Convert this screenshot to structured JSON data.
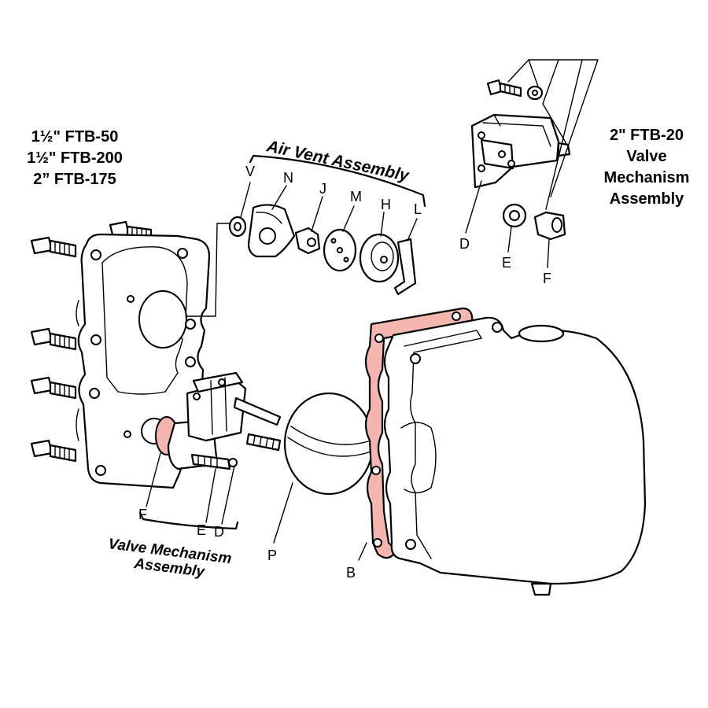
{
  "colors": {
    "line": "#000000",
    "background": "#ffffff",
    "gasket": "#f4b6ae"
  },
  "models_block": {
    "lines": [
      "1½\" FTB-50",
      "1½\" FTB-200",
      "2” FTB-175"
    ]
  },
  "ftb20_block": {
    "lines": [
      "2\" FTB-20",
      "Valve",
      "Mechanism",
      "Assembly"
    ]
  },
  "air_vent": {
    "title": "Air Vent Assembly",
    "parts": [
      "V",
      "N",
      "J",
      "M",
      "H",
      "L"
    ]
  },
  "valve_mechanism": {
    "title_line1": "Valve Mechanism",
    "title_line2": "Assembly",
    "parts": [
      "F",
      "E",
      "D"
    ]
  },
  "ftb20_parts": [
    "D",
    "E",
    "F"
  ],
  "body_parts": {
    "float": "P",
    "gasket": "B"
  }
}
